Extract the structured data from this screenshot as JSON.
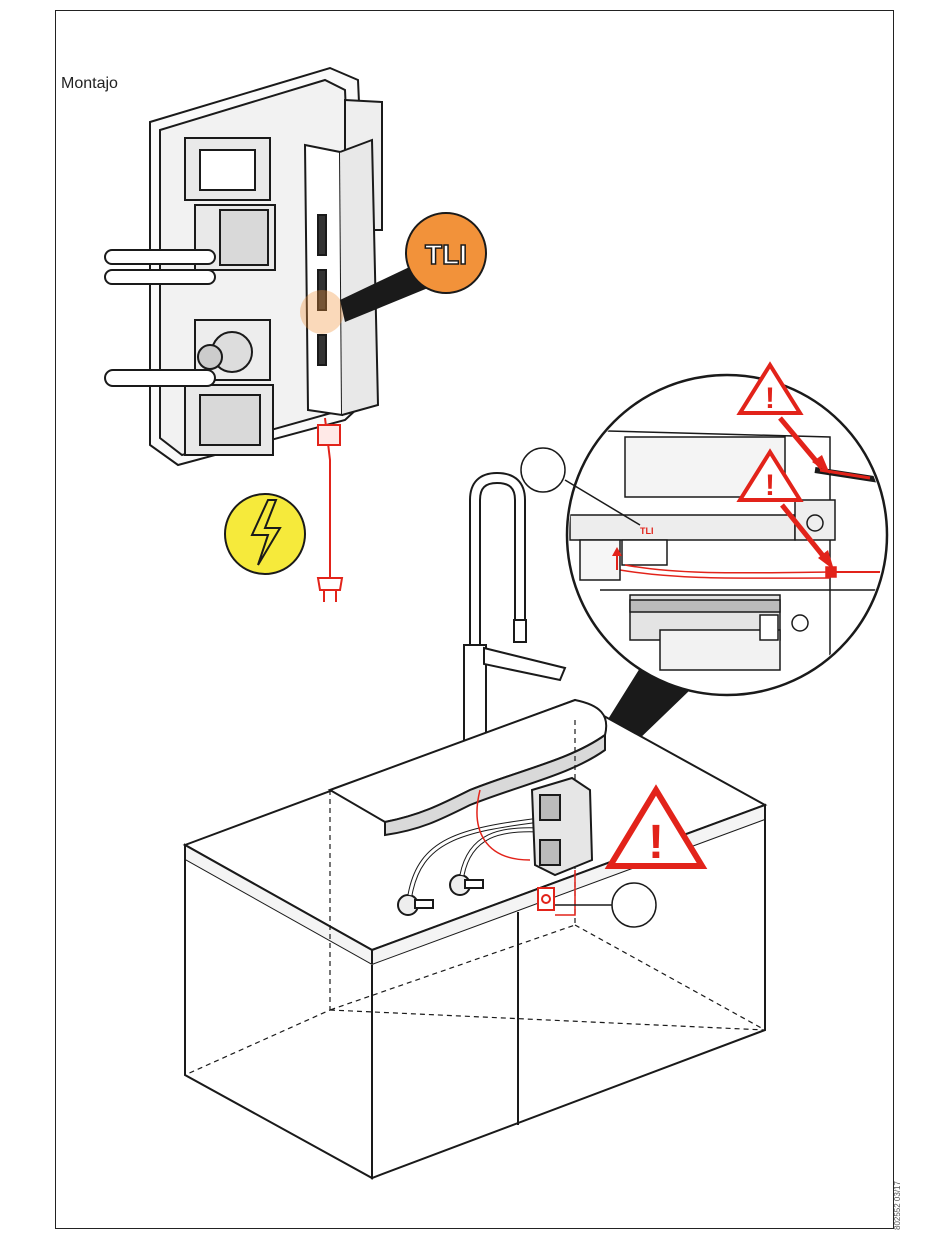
{
  "page": {
    "section_title": "Montajo",
    "document_code": "802552 03/17"
  },
  "callouts": {
    "tli_badge": "TLI",
    "tli_label_detail": "TLI"
  },
  "colors": {
    "warning_red": "#e2231a",
    "tli_orange": "#f2923a",
    "electric_yellow": "#f6ea3b",
    "line": "#1a1a1a"
  },
  "icons": [
    "warning-triangle-icon",
    "electric-hazard-icon",
    "up-arrow-icon"
  ]
}
